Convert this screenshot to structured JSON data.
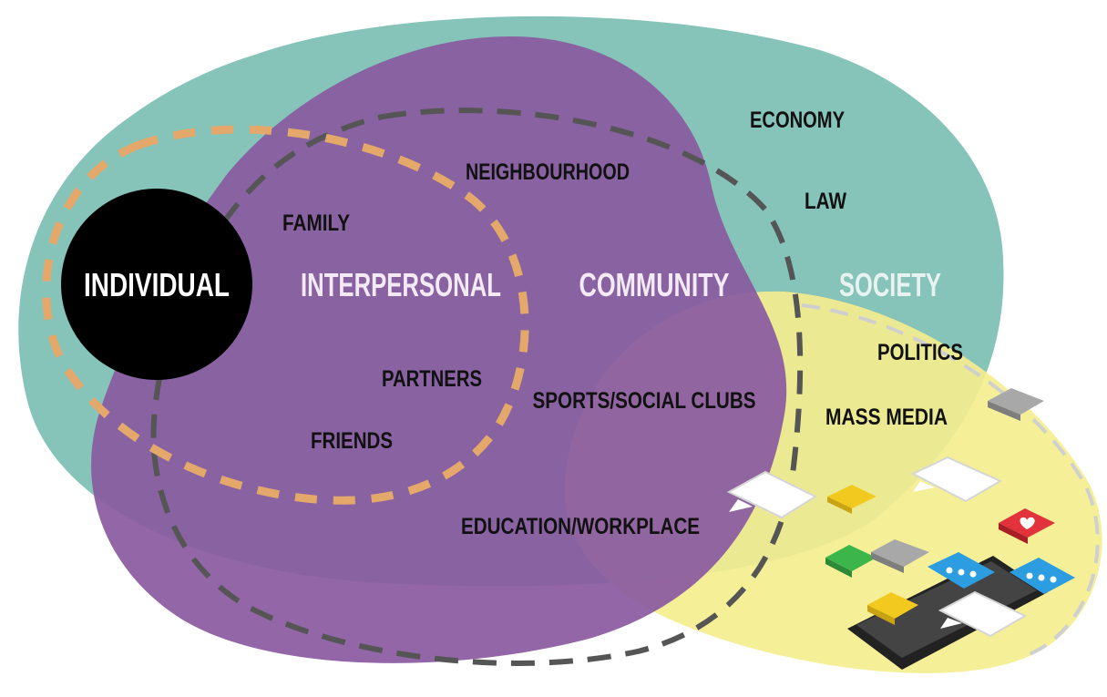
{
  "colors": {
    "society": "#86c3b9",
    "community": "#8a5aa0",
    "interpersonal_ring": "#e4a86a",
    "individual": "#000000",
    "digital": "#f4ee8e",
    "white_label": "#ffffff",
    "society_label": "#e8f2f0"
  },
  "labels": {
    "individual": "INDIVIDUAL",
    "interpersonal": "INTERPERSONAL",
    "community": "COMMUNITY",
    "society": "SOCIETY"
  },
  "sublabels": {
    "family": "FAMILY",
    "partners": "PARTNERS",
    "friends": "FRIENDS",
    "neighbourhood": "NEIGHBOURHOOD",
    "sports_clubs": "SPORTS/SOCIAL CLUBS",
    "education_workplace": "EDUCATION/WORKPLACE",
    "economy": "ECONOMY",
    "law": "LAW",
    "politics": "POLITICS",
    "mass_media": "MASS MEDIA"
  },
  "icons": [
    "speech-bubble-icon",
    "heart-icon",
    "chat-bubble-icon",
    "smartphone-icon",
    "notification-tile-icon"
  ]
}
